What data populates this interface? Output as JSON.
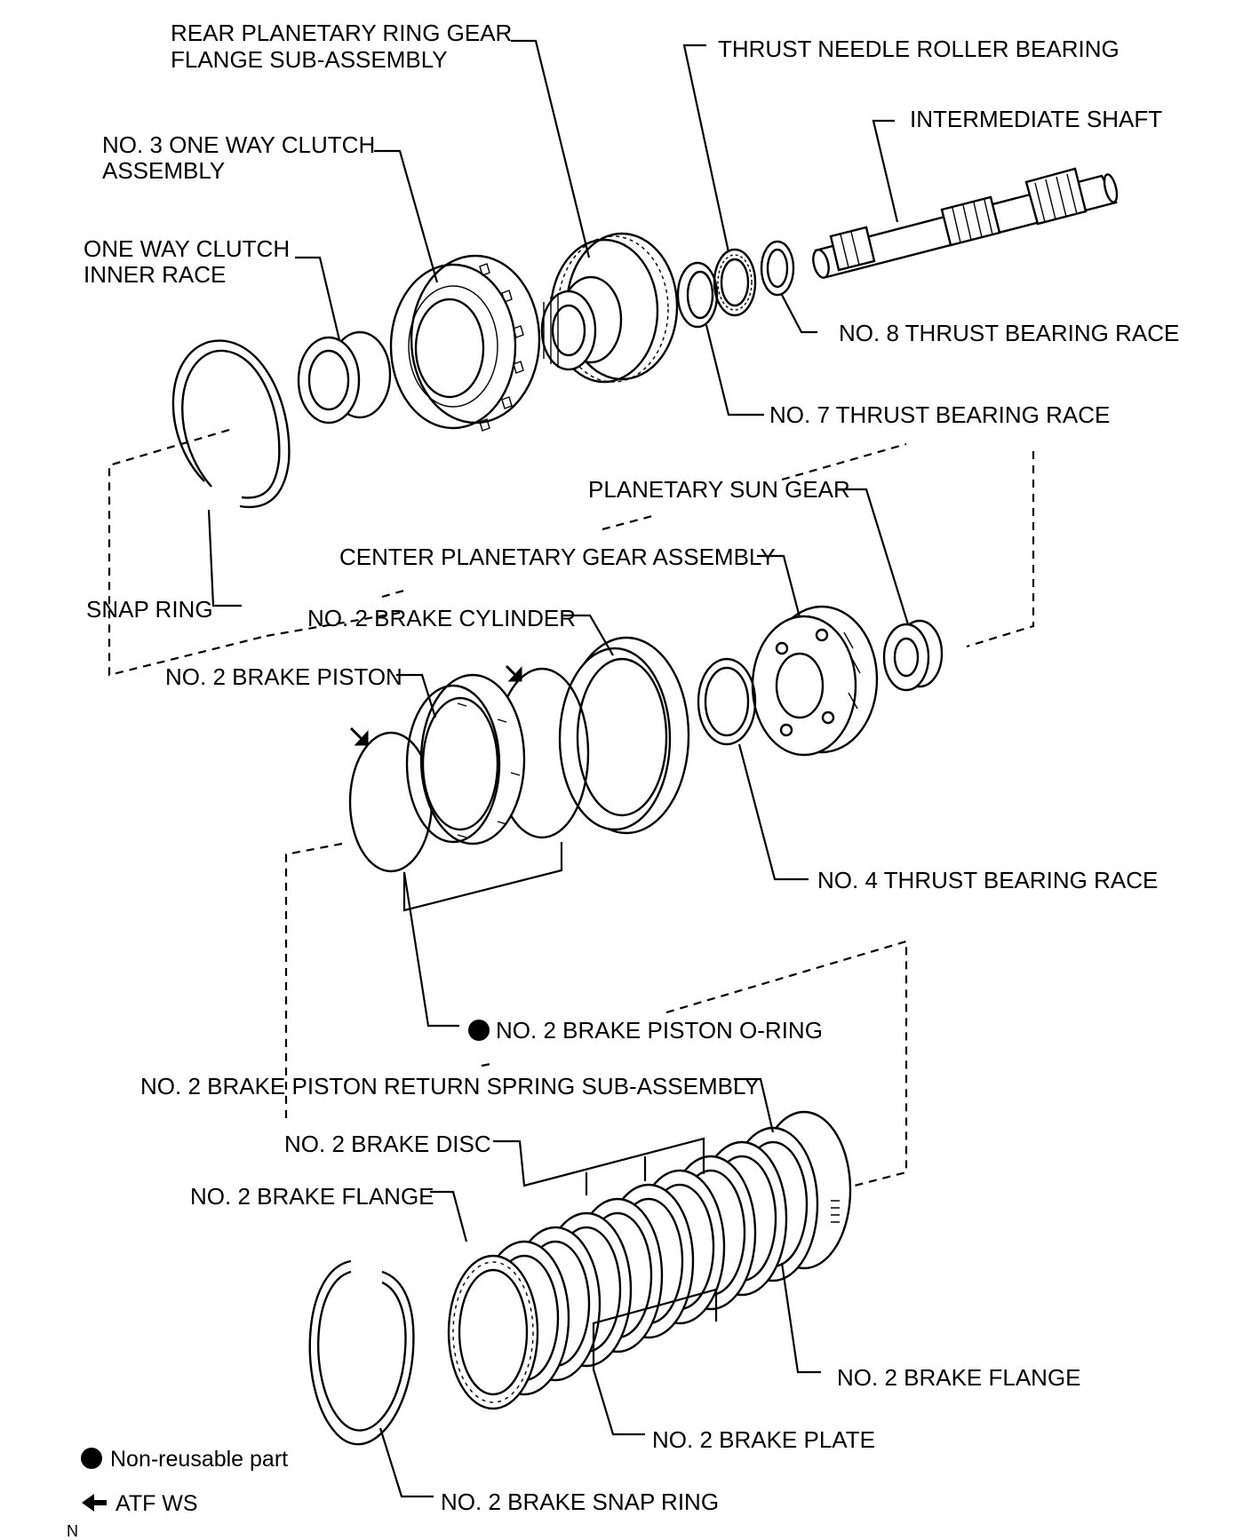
{
  "labels": {
    "rear_ring_gear_l1": "REAR PLANETARY RING GEAR",
    "rear_ring_gear_l2": "FLANGE SUB-ASSEMBLY",
    "thrust_needle": "THRUST NEEDLE ROLLER BEARING",
    "intermediate_shaft": "INTERMEDIATE SHAFT",
    "no3_clutch_l1": "NO. 3 ONE WAY CLUTCH",
    "no3_clutch_l2": "ASSEMBLY",
    "inner_race_l1": "ONE WAY CLUTCH",
    "inner_race_l2": "INNER RACE",
    "no8_race": "NO. 8 THRUST BEARING RACE",
    "no7_race": "NO. 7 THRUST BEARING RACE",
    "sun_gear": "PLANETARY SUN GEAR",
    "center_planetary": "CENTER PLANETARY GEAR ASSEMBLY",
    "snap_ring": "SNAP RING",
    "no2_cylinder": "NO. 2 BRAKE CYLINDER",
    "no2_piston": "NO. 2 BRAKE PISTON",
    "no4_race": "NO. 4 THRUST BEARING RACE",
    "piston_oring": "NO. 2 BRAKE PISTON O-RING",
    "return_spring": "NO. 2 BRAKE PISTON RETURN SPRING SUB-ASSEMBLY",
    "brake_disc": "NO. 2 BRAKE DISC",
    "brake_flange_left": "NO. 2 BRAKE FLANGE",
    "brake_flange_right": "NO. 2 BRAKE FLANGE",
    "brake_plate": "NO. 2 BRAKE PLATE",
    "brake_snap_ring": "NO. 2 BRAKE SNAP RING"
  },
  "legend": {
    "non_reusable": "Non-reusable part",
    "atf": "ATF WS"
  },
  "corner_code": "N",
  "icons": {
    "non_reusable_marker": "filled-circle-icon",
    "atf_marker": "arrow-left-icon"
  }
}
